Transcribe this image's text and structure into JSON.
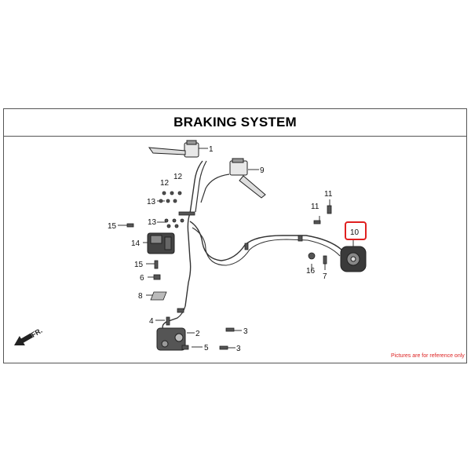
{
  "title": "BRAKING SYSTEM",
  "callouts": {
    "c1": "1",
    "c2": "2",
    "c3a": "3",
    "c3b": "3",
    "c4": "4",
    "c5": "5",
    "c6": "6",
    "c7": "7",
    "c8": "8",
    "c9": "9",
    "c10": "10",
    "c11a": "11",
    "c11b": "11",
    "c12a": "12",
    "c12b": "12",
    "c13a": "13",
    "c13b": "13",
    "c14": "14",
    "c15a": "15",
    "c15b": "15",
    "c16": "16"
  },
  "highlighted_part": "10",
  "highlight_color": "#e02020",
  "disclaimer": "Pictures are for reference only",
  "direction_label": "FR.",
  "icons": [
    "front-direction-arrow-icon"
  ]
}
